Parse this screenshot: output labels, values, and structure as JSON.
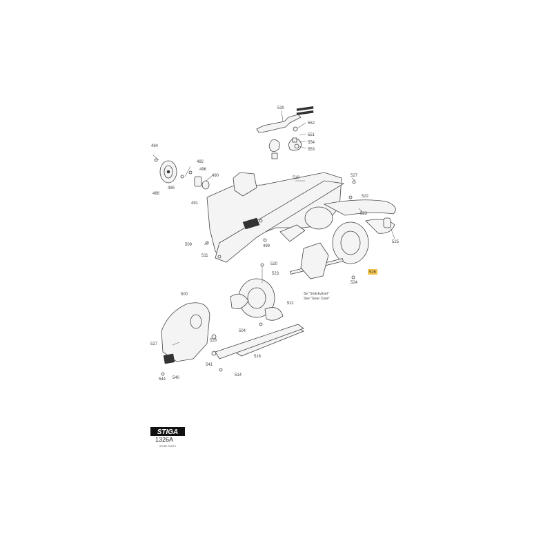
{
  "parts": {
    "p530": "530",
    "p552": "552",
    "p551": "551",
    "p554": "554",
    "p553": "553",
    "p484": "484",
    "p492": "492",
    "p496": "496",
    "p490": "490",
    "p495": "495",
    "p491": "491",
    "p486": "486",
    "p510": "510",
    "p527a": "527",
    "p522": "522",
    "p523a": "523",
    "p525": "525",
    "p526": "526",
    "p524": "524",
    "p509": "509",
    "p511": "511",
    "p499": "499",
    "p520": "520",
    "p523b": "523",
    "p521": "521",
    "p500": "500",
    "p528": "528",
    "p504": "504",
    "p527b": "527",
    "p541": "541",
    "p516": "516",
    "p514": "514",
    "p544": "544",
    "p540": "540"
  },
  "notes": {
    "gearcase_line1": "Se \"Snäckväxel\"",
    "gearcase_line2": "See \"Gear Case\""
  },
  "brand": {
    "logo": "STIGA",
    "code": "1326A",
    "subtitle": "SPARE PARTS"
  },
  "colors": {
    "highlight": "#f3c64a",
    "line": "#666666"
  }
}
